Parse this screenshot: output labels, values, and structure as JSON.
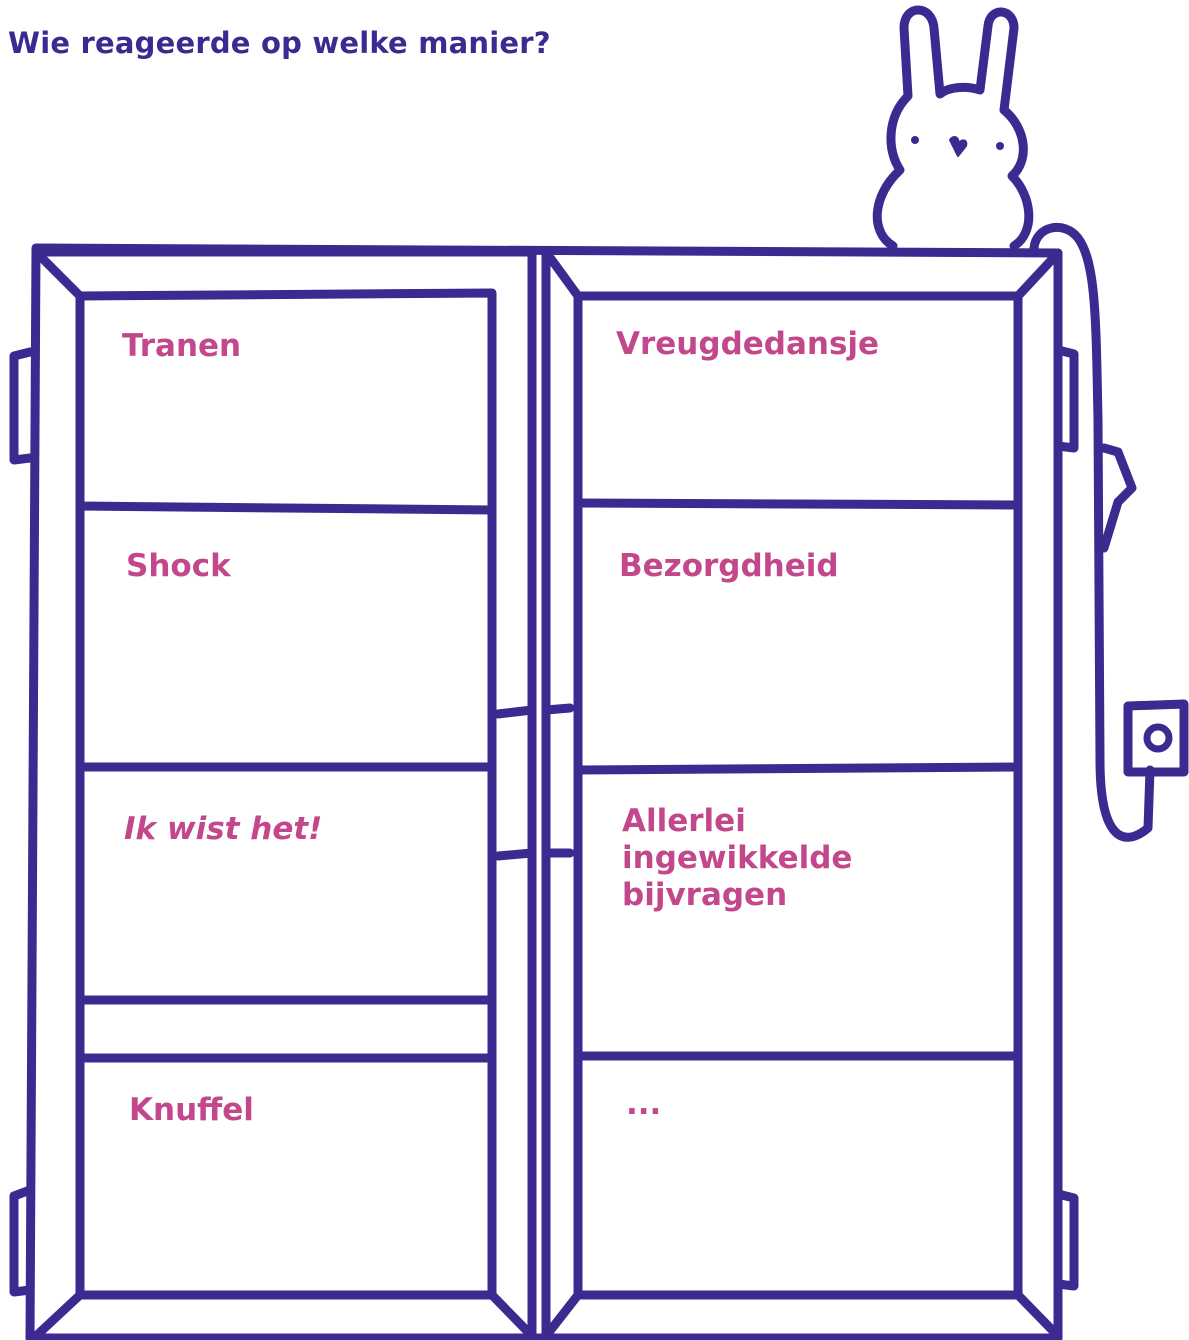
{
  "heading": {
    "question": "Wie reageerde op welke manier?"
  },
  "colors": {
    "outline": "#3b2a8f",
    "label": "#c2478b",
    "background": "#ffffff"
  },
  "cabinet": {
    "left_column": [
      {
        "label": "Tranen",
        "italic": false
      },
      {
        "label": "Shock",
        "italic": false
      },
      {
        "label": "Ik wist het!",
        "italic": true
      },
      {
        "label": "Knuffel",
        "italic": false
      }
    ],
    "right_column": [
      {
        "label": "Vreugdedansje",
        "italic": false
      },
      {
        "label": "Bezorgdheid",
        "italic": false
      },
      {
        "label_lines": [
          "Allerlei",
          "ingewikkelde",
          "bijvragen"
        ],
        "italic": false
      },
      {
        "label": "...",
        "italic": false
      }
    ]
  },
  "decorations": {
    "mascot": "bunny-icon",
    "plug": "power-plug-icon"
  }
}
